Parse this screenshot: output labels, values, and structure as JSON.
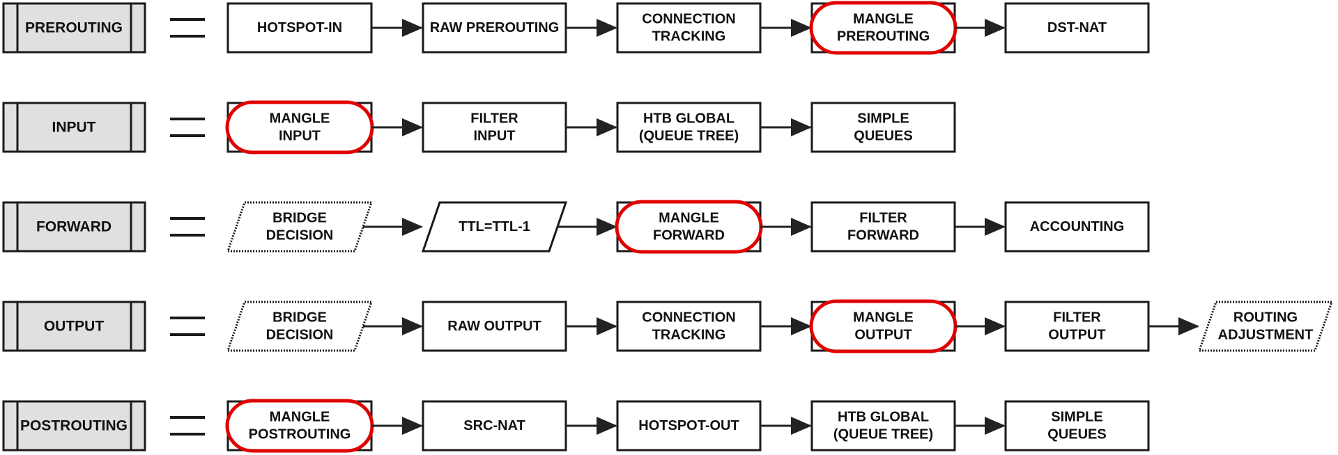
{
  "chains": [
    {
      "name": "PREROUTING",
      "steps": [
        {
          "lines": [
            "HOTSPOT-IN"
          ],
          "shape": "box",
          "highlighted": false
        },
        {
          "lines": [
            "RAW PREROUTING"
          ],
          "shape": "box",
          "highlighted": false
        },
        {
          "lines": [
            "CONNECTION",
            "TRACKING"
          ],
          "shape": "box",
          "highlighted": false
        },
        {
          "lines": [
            "MANGLE",
            "PREROUTING"
          ],
          "shape": "box",
          "highlighted": true
        },
        {
          "lines": [
            "DST-NAT"
          ],
          "shape": "box",
          "highlighted": false
        }
      ]
    },
    {
      "name": "INPUT",
      "steps": [
        {
          "lines": [
            "MANGLE",
            "INPUT"
          ],
          "shape": "box",
          "highlighted": true
        },
        {
          "lines": [
            "FILTER",
            "INPUT"
          ],
          "shape": "box",
          "highlighted": false
        },
        {
          "lines": [
            "HTB GLOBAL",
            "(QUEUE TREE)"
          ],
          "shape": "box",
          "highlighted": false
        },
        {
          "lines": [
            "SIMPLE",
            "QUEUES"
          ],
          "shape": "box",
          "highlighted": false
        }
      ]
    },
    {
      "name": "FORWARD",
      "steps": [
        {
          "lines": [
            "BRIDGE",
            "DECISION"
          ],
          "shape": "para-dotted",
          "highlighted": false
        },
        {
          "lines": [
            "TTL=TTL-1"
          ],
          "shape": "para",
          "highlighted": false
        },
        {
          "lines": [
            "MANGLE",
            "FORWARD"
          ],
          "shape": "box",
          "highlighted": true
        },
        {
          "lines": [
            "FILTER",
            "FORWARD"
          ],
          "shape": "box",
          "highlighted": false
        },
        {
          "lines": [
            "ACCOUNTING"
          ],
          "shape": "box",
          "highlighted": false
        }
      ]
    },
    {
      "name": "OUTPUT",
      "steps": [
        {
          "lines": [
            "BRIDGE",
            "DECISION"
          ],
          "shape": "para-dotted",
          "highlighted": false
        },
        {
          "lines": [
            "RAW OUTPUT"
          ],
          "shape": "box",
          "highlighted": false
        },
        {
          "lines": [
            "CONNECTION",
            "TRACKING"
          ],
          "shape": "box",
          "highlighted": false
        },
        {
          "lines": [
            "MANGLE",
            "OUTPUT"
          ],
          "shape": "box",
          "highlighted": true
        },
        {
          "lines": [
            "FILTER",
            "OUTPUT"
          ],
          "shape": "box",
          "highlighted": false
        },
        {
          "lines": [
            "ROUTING",
            "ADJUSTMENT"
          ],
          "shape": "para-dotted",
          "highlighted": false
        }
      ]
    },
    {
      "name": "POSTROUTING",
      "steps": [
        {
          "lines": [
            "MANGLE",
            "POSTROUTING"
          ],
          "shape": "box",
          "highlighted": true
        },
        {
          "lines": [
            "SRC-NAT"
          ],
          "shape": "box",
          "highlighted": false
        },
        {
          "lines": [
            "HOTSPOT-OUT"
          ],
          "shape": "box",
          "highlighted": false
        },
        {
          "lines": [
            "HTB GLOBAL",
            "(QUEUE TREE)"
          ],
          "shape": "box",
          "highlighted": false
        },
        {
          "lines": [
            "SIMPLE",
            "QUEUES"
          ],
          "shape": "box",
          "highlighted": false
        }
      ]
    }
  ],
  "colors": {
    "stroke": "#1a1a1a",
    "chain_fill": "#e0e0e0",
    "highlight": "#e00000",
    "arrow": "#222222"
  }
}
